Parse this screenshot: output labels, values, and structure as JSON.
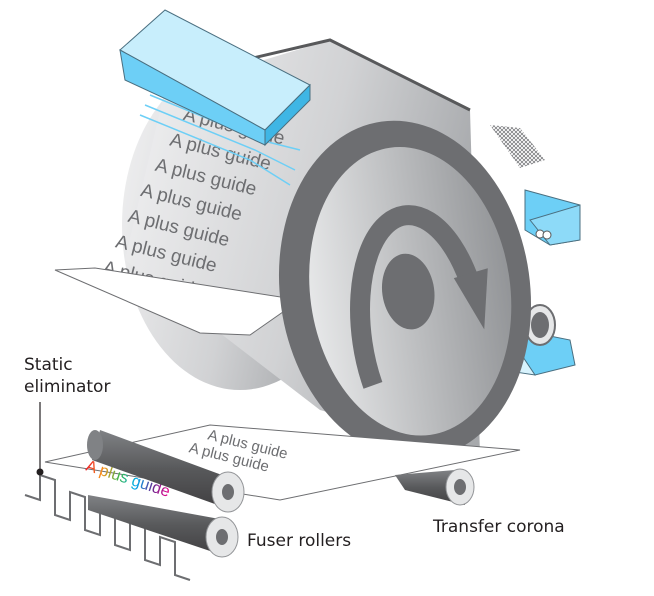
{
  "labels": {
    "static_eliminator": [
      "Static",
      "eliminator"
    ],
    "fuser_rollers": "Fuser rollers",
    "transfer_corona": "Transfer corona"
  },
  "drum_text": [
    "A plus guide",
    "A plus guide",
    "A plus guide",
    "A plus guide",
    "A plus guide",
    "A plus guide",
    "A plus guide"
  ],
  "paper_text": [
    "A plus guide",
    "A plus guide"
  ],
  "fused_text": "A plus guide",
  "colors": {
    "drum_dark": "#6d6e71",
    "drum_light": "#e6e7e8",
    "laser_blue": "#6dcff6",
    "laser_blue_light": "#c8eefc"
  }
}
